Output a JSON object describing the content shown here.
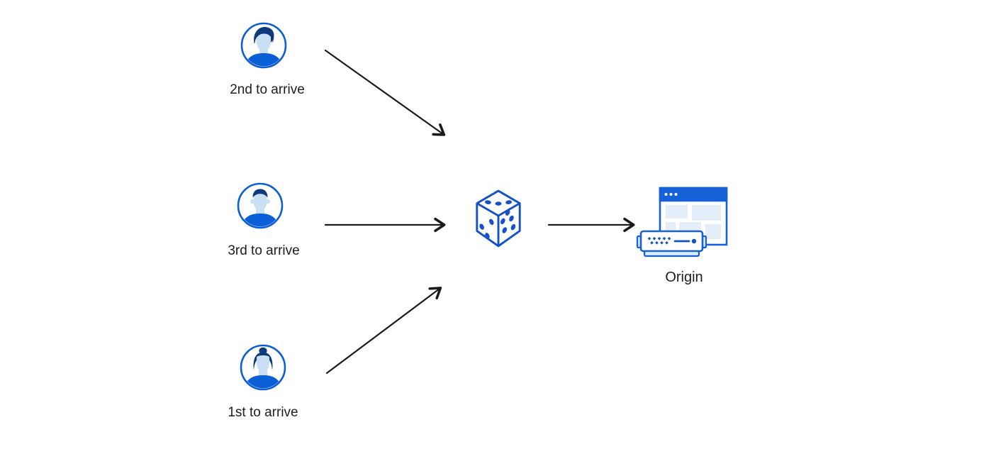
{
  "diagram": {
    "type": "flow-diagram",
    "background": "#ffffff",
    "users": [
      {
        "id": "user-2nd",
        "label": "2nd to arrive",
        "icon": "male-avatar-quiff-icon"
      },
      {
        "id": "user-3rd",
        "label": "3rd to arrive",
        "icon": "male-avatar-flattop-icon"
      },
      {
        "id": "user-1st",
        "label": "1st to arrive",
        "icon": "female-avatar-bun-icon"
      }
    ],
    "router": {
      "id": "dice",
      "icon": "dice-icon"
    },
    "origin": {
      "id": "origin",
      "label": "Origin",
      "icon": "origin-server-browser-icon"
    },
    "edges": [
      {
        "from": "user-2nd",
        "to": "dice"
      },
      {
        "from": "user-3rd",
        "to": "dice"
      },
      {
        "from": "user-1st",
        "to": "dice"
      },
      {
        "from": "dice",
        "to": "origin"
      }
    ],
    "colors": {
      "accent_blue": "#0b5fd6",
      "dice_blue": "#1552c8",
      "dark_hair_blue": "#0d3a7d",
      "face_light_blue": "#c9dff4",
      "panel_light_blue": "#e4eef9",
      "server_base_blue": "#dbeafb",
      "arrow_black": "#1a1a1a",
      "text": "#1d1d1d"
    }
  }
}
